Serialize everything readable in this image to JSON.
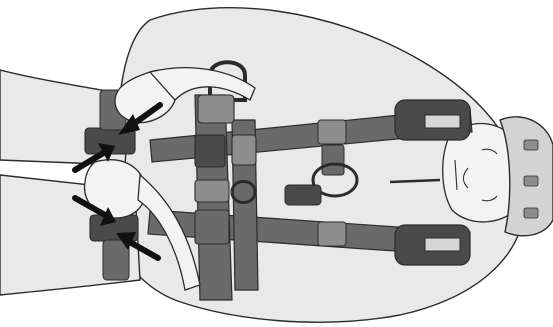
{
  "figure": {
    "kind": "harness-donning-illustration",
    "view": "top-down",
    "arrow_count": 4
  },
  "colors": {
    "background": "#ffffff",
    "body_fill": "#e9e9e9",
    "skin_fill": "#f3f3f3",
    "outline": "#2b2b2b",
    "strap_fill": "#6a6a6a",
    "strap_dark": "#4a4a4a",
    "buckle_fill": "#8d8d8d",
    "metal_highlight": "#d6d6d6",
    "arrow_fill": "#111111",
    "helmet_fill": "#d3d3d3"
  }
}
